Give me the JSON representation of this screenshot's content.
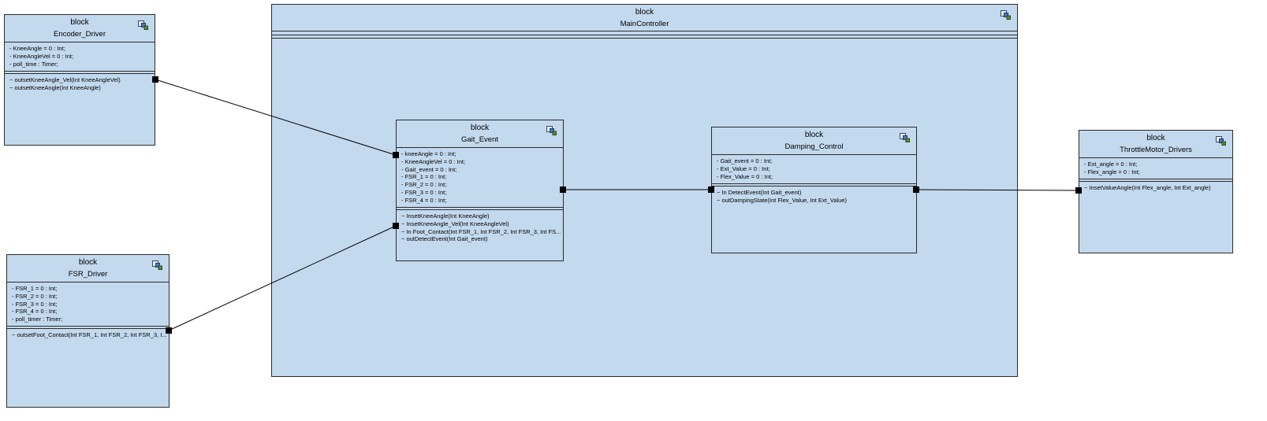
{
  "blocks": {
    "main_controller": {
      "stereotype": "block",
      "name": "MainController"
    },
    "encoder_driver": {
      "stereotype": "block",
      "name": "Encoder_Driver",
      "attributes": [
        "- KneeAngle = 0 : Int;",
        "- KneeAngleVel = 0 : Int;",
        "- poll_time : Timer;"
      ],
      "operations": [
        "~ outsetKneeAngle_Vel(Int KneeAngleVel)",
        "~ outsetKneeAngle(Int KneeAngle)"
      ]
    },
    "fsr_driver": {
      "stereotype": "block",
      "name": "FSR_Driver",
      "attributes": [
        "- FSR_1 = 0 : Int;",
        "- FSR_2 = 0 : Int;",
        "- FSR_3 = 0 : Int;",
        "- FSR_4 = 0 : Int;",
        "- poll_timer : Timer;"
      ],
      "operations": [
        "~ outsetFoot_Contact(Int FSR_1, Int FSR_2, Int FSR_3, I..."
      ]
    },
    "gait_event": {
      "stereotype": "block",
      "name": "Gait_Event",
      "attributes": [
        "- kneeAngle = 0 : Int;",
        "- KneeAngleVel = 0 : Int;",
        "- Gait_event = 0 : Int;",
        "- FSR_1 = 0 : Int;",
        "- FSR_2 = 0 : Int;",
        "- FSR_3 = 0 : Int;",
        "- FSR_4 = 0 : Int;"
      ],
      "operations": [
        "~ InsetKneeAngle(Int KneeAngle)",
        "~ InsetKneeAngle_Vel(Int KneeAngleVel)",
        "~ In Foot_Contact(Int FSR_1, Int FSR_2, Int FSR_3, Int FS...",
        "~ outDetectEvent(Int Gait_event)"
      ]
    },
    "damping_control": {
      "stereotype": "block",
      "name": "Damping_Control",
      "attributes": [
        "- Gait_event = 0 : Int;",
        "- Ext_Value = 0 : Int;",
        "- Flex_Value = 0 : Int;"
      ],
      "operations": [
        "~ In DetectEvent(Int Gait_event)",
        "~ outDampingState(Int Flex_Value, Int Ext_Value)"
      ]
    },
    "throttle_motor_drivers": {
      "stereotype": "block",
      "name": "ThrottleMotor_Drivers",
      "attributes": [
        "- Ext_angle = 0 : Int;",
        "- Flex_angle = 0 : Int;"
      ],
      "operations": [
        "~ InsetValueAngle(Int Flex_angle, Int Ext_angle)"
      ]
    }
  },
  "connections": [
    {
      "from": "encoder_driver",
      "to": "gait_event"
    },
    {
      "from": "fsr_driver",
      "to": "gait_event"
    },
    {
      "from": "gait_event",
      "to": "damping_control"
    },
    {
      "from": "damping_control",
      "to": "throttle_motor_drivers"
    }
  ],
  "colors": {
    "block_fill": "#c3d9ee",
    "border": "#2b2b2b",
    "port": "#000000"
  },
  "icons": {
    "block_icon": "block-element-icon"
  }
}
